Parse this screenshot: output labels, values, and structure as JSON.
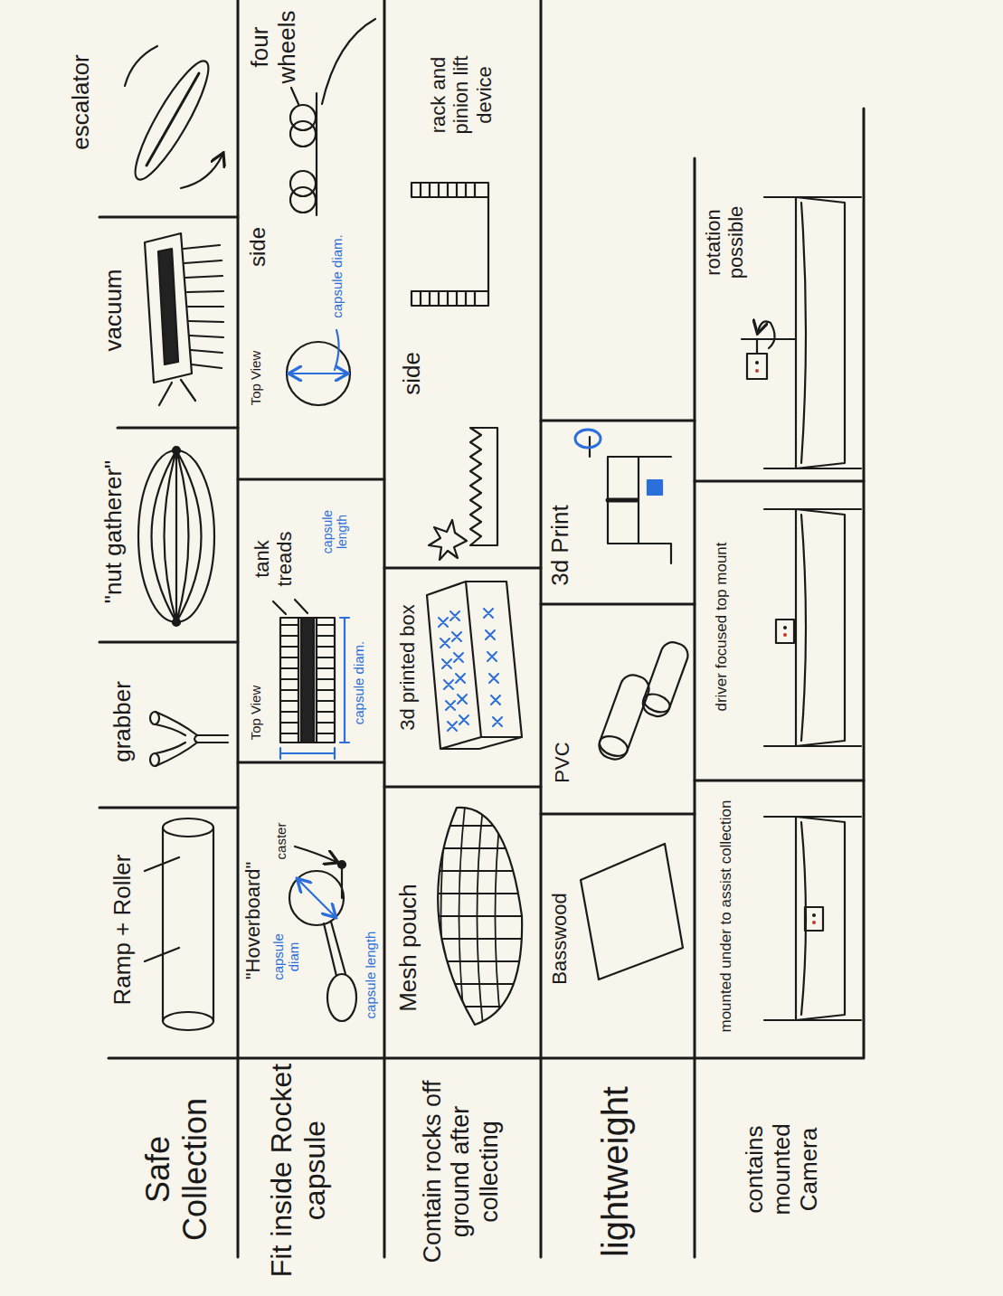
{
  "diagram": {
    "labels": [
      "Safe Collection",
      "Fit inside Rocket capsule",
      "Contain rocks off ground after collecting",
      "lightweight",
      "contains mounted Camera",
      "Ramp + Roller",
      "grabber",
      "\"nut gatherer\"",
      "vacuum",
      "escalator",
      "\"Hoverboard\"",
      "capsule diam",
      "caster",
      "capsule length",
      "Top View",
      "tank treads",
      "capsule diam.",
      "capsule length",
      "Top View",
      "capsule diam.",
      "side",
      "four wheels",
      "Mesh pouch",
      "3d printed box",
      "side",
      "rack and pinion lift device",
      "Basswood",
      "PVC",
      "3d Print",
      "mounted under to assist collection",
      "driver focused top mount",
      "rotation possible"
    ]
  }
}
